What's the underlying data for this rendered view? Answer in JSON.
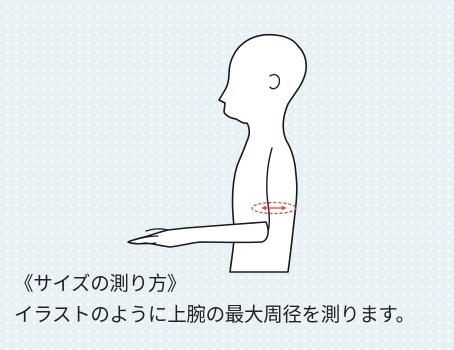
{
  "caption": {
    "title": "《サイズの測り方》",
    "instruction": "イラストのように上腕の最大周径を測ります。"
  },
  "illustration": {
    "figure_icon": "upper-body-side-view",
    "measure_icon": "upper-arm-measurement-loop",
    "measure_color": "#e0463c",
    "body_fill": "#ffffff",
    "outline_color": "#1a1a1a"
  }
}
